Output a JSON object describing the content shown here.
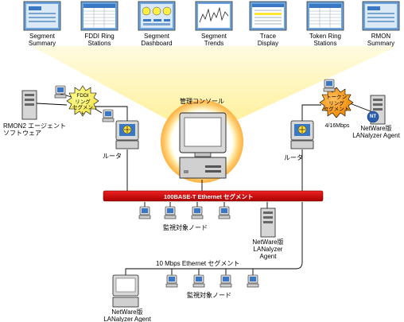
{
  "top_views": [
    {
      "label": "Segment\nSummary"
    },
    {
      "label": "FDDI Ring\nStations"
    },
    {
      "label": "Segment\nDashboard"
    },
    {
      "label": "Segment\nTrends"
    },
    {
      "label": "Trace\nDisplay"
    },
    {
      "label": "Token Ring\nStations"
    },
    {
      "label": "RMON\nSummary"
    }
  ],
  "console_label": "管理コンソール",
  "ethernet100_label": "100BASE-T Ethernet セグメント",
  "ethernet10_label": "10 Mbps Ethernet セグメント",
  "fddi_label": "FDDI\nリング\nセグメント",
  "token_ring_label": "トークン\nリング\nセグメント",
  "token_speed": "4/16Mbps",
  "rmon2_agent_label": "RMON2 エージェント\nソフトウェア",
  "router_left_label": "ルータ",
  "router_right_label": "ルータ",
  "nt_badge": "NT",
  "netware_nt_label": "NetWare版\nLANalyzer Agent",
  "monitored_nodes_1": "監視対象ノード",
  "netware_center_label": "NetWare版\nLANalyzer\nAgent",
  "monitored_nodes_2": "監視対象ノード",
  "netware_bottom_label": "NetWare版\nLANalyzer Agent",
  "colors": {
    "segment_red": "#cc0000",
    "ring_yellow": "#ffff66",
    "token_orange": "#ff9900",
    "beam": "#fff2a0",
    "screen_blue": "#3b78c4"
  }
}
